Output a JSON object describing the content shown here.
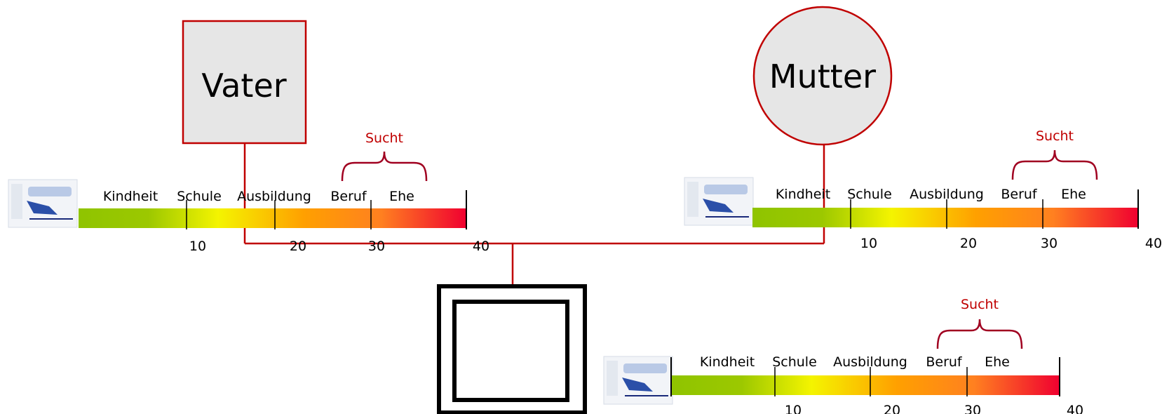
{
  "colors": {
    "connector": "#c00000",
    "node_fill": "#e6e6e6",
    "accent_text": "#c00000",
    "gradient": [
      "#8fc400",
      "#f4f400",
      "#ff9a00",
      "#ff7a1a",
      "#f00030"
    ]
  },
  "father": {
    "label": "Vater",
    "shape": "square"
  },
  "mother": {
    "label": "Mutter",
    "shape": "circle"
  },
  "child": {
    "shape": "double-square"
  },
  "timelines": [
    {
      "id": "father",
      "phases": [
        "Kindheit",
        "Schule",
        "Ausbildung",
        "Beruf",
        "Ehe"
      ],
      "ticks": [
        "10",
        "20",
        "30",
        "40"
      ],
      "bracket_label": "Sucht",
      "thumbnail_icon": "timeline-thumbnail-icon"
    },
    {
      "id": "mother",
      "phases": [
        "Kindheit",
        "Schule",
        "Ausbildung",
        "Beruf",
        "Ehe"
      ],
      "ticks": [
        "10",
        "20",
        "30",
        "40"
      ],
      "bracket_label": "Sucht",
      "thumbnail_icon": "timeline-thumbnail-icon"
    },
    {
      "id": "child",
      "phases": [
        "Kindheit",
        "Schule",
        "Ausbildung",
        "Beruf",
        "Ehe"
      ],
      "ticks": [
        "10",
        "20",
        "30",
        "40"
      ],
      "bracket_label": "Sucht",
      "thumbnail_icon": "timeline-thumbnail-icon"
    }
  ]
}
